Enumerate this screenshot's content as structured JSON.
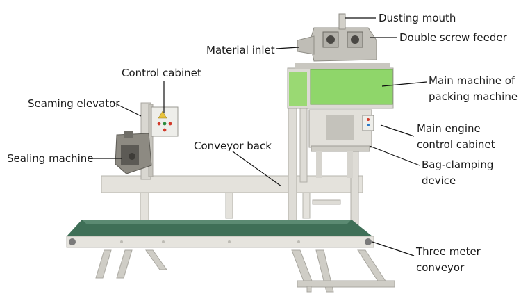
{
  "labels": {
    "dusting_mouth": "Dusting mouth",
    "double_screw_feeder": "Double screw feeder",
    "material_inlet": "Material inlet",
    "control_cabinet": "Control cabinet",
    "main_machine_line1": "Main machine of",
    "main_machine_line2": "packing machine",
    "seaming_elevator": "Seaming elevator",
    "main_engine_line1": "Main engine",
    "main_engine_line2": "control cabinet",
    "conveyor_back": "Conveyor back",
    "bag_clamping_line1": "Bag-clamping",
    "bag_clamping_line2": "device",
    "sealing_machine": "Sealing machine",
    "three_meter_line1": "Three meter",
    "three_meter_line2": "conveyor"
  },
  "colors": {
    "frame": "#dcdad4",
    "frame_shadow": "#b9b7b0",
    "belt": "#3f6f57",
    "panel_green": "#8fd66a",
    "leader": "#111111"
  }
}
